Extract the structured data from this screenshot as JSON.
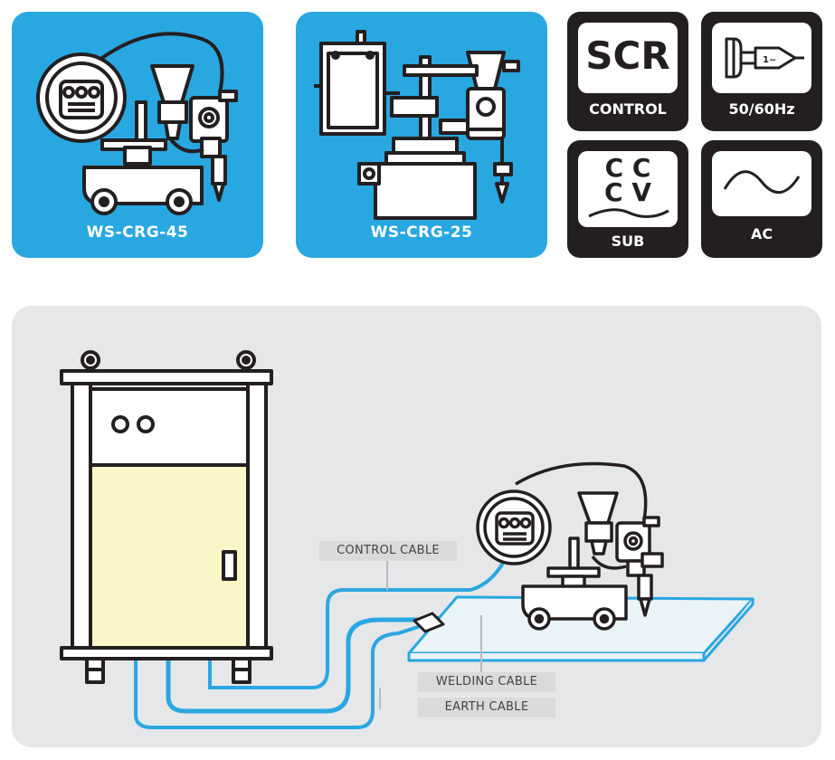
{
  "products": [
    {
      "model": "WS-CRG-45"
    },
    {
      "model": "WS-CRG-25"
    }
  ],
  "features": {
    "scr": {
      "title": "SCR",
      "caption": "CONTROL"
    },
    "freq": {
      "symbol": "1~",
      "caption": "50/60Hz"
    },
    "cccv": {
      "line1": "C C",
      "line2": "C V",
      "caption": "SUB"
    },
    "ac": {
      "caption": "AC"
    }
  },
  "diagram": {
    "labels": {
      "control_cable": "CONTROL CABLE",
      "welding_cable": "WELDING CABLE",
      "earth_cable": "EARTH CABLE"
    }
  },
  "colors": {
    "brand_blue": "#29a7e1",
    "dark": "#231f20",
    "panel_gray": "#e6e7e8",
    "cabinet_fill": "#fbf6c8",
    "cable_blue": "#29a7e1"
  }
}
